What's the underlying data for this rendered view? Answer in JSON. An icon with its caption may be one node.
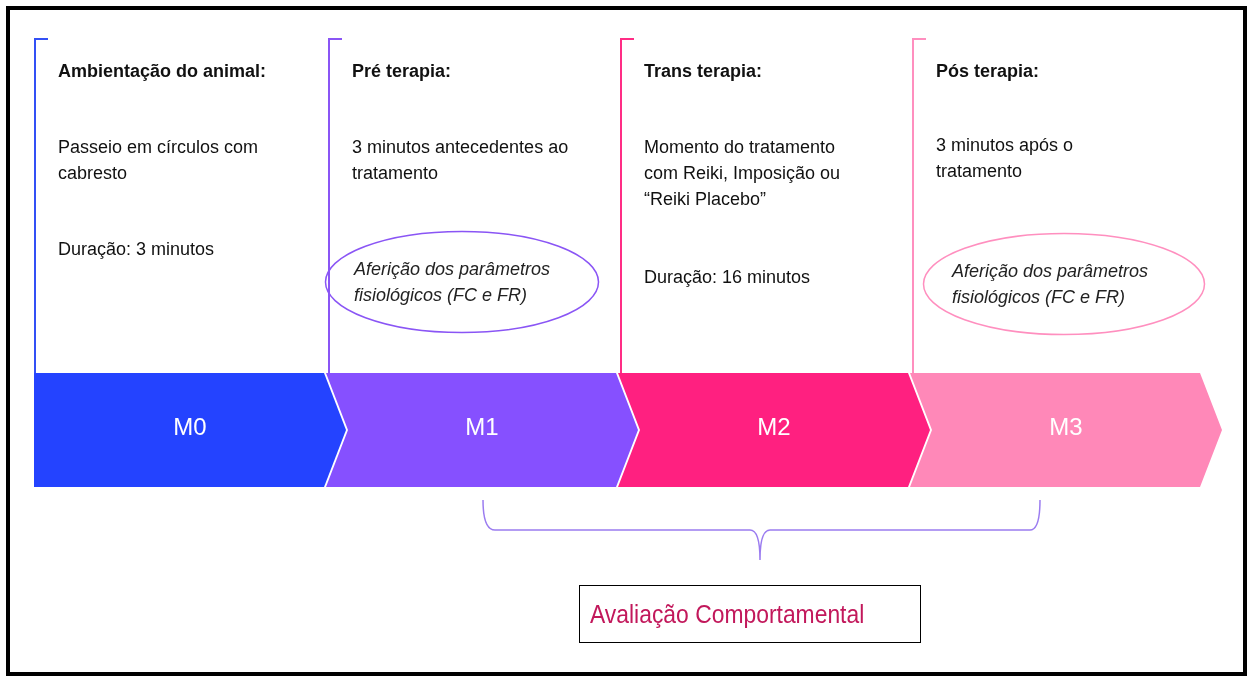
{
  "diagram": {
    "nodes": [
      {
        "text": [
          "Ambientação do animal:",
          "Passeio em círculos com cabresto",
          "Duração: 3 minutos"
        ]
      },
      {
        "text": [
          "Pré terapia:",
          "3 minutos antecedentes ao tratamento"
        ]
      },
      {
        "text": [
          "Aferição dos parâmetros fisiológicos (FC e FR)"
        ],
        "in": 1
      },
      {
        "text": [
          "Trans terapia:",
          "Momento do tratamento com Reiki, Imposição ou “Reiki Placebo”",
          "Duração: 16 minutos"
        ]
      },
      {
        "text": [
          "Pós terapia:",
          "3 minutos após o tratamento"
        ]
      },
      {
        "text": [
          "Aferição dos parâmetros fisiológicos (FC e FR)"
        ],
        "in": 4
      },
      {
        "text": [
          "M0"
        ]
      },
      {
        "text": [
          "M1"
        ]
      },
      {
        "text": [
          "M2"
        ]
      },
      {
        "text": [
          "M3"
        ]
      },
      {
        "text": [
          "Avaliação Comportamental"
        ]
      }
    ],
    "edges": []
  }
}
